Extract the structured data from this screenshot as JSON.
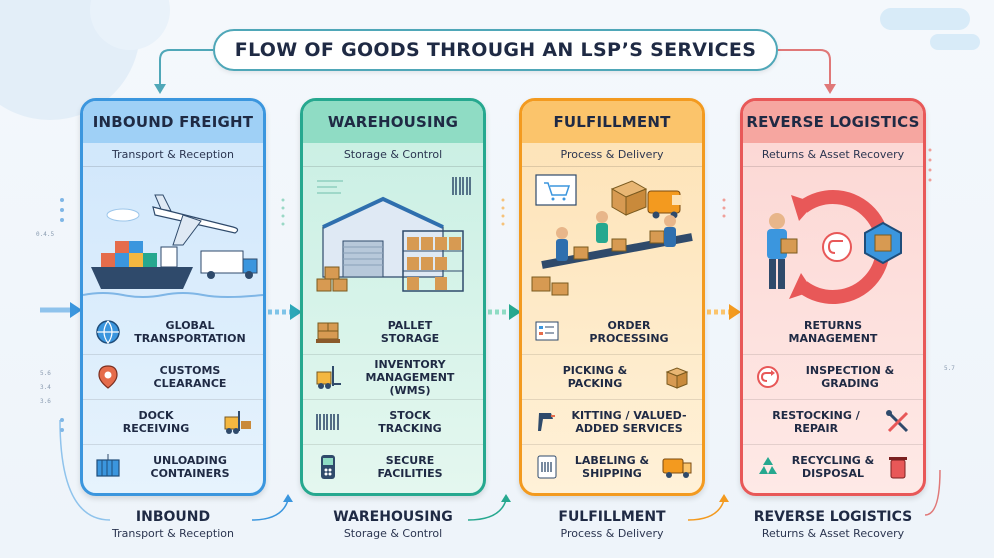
{
  "title": "FLOW OF GOODS THROUGH AN LSP’S SERVICES",
  "colors": {
    "inbound": "#3b96de",
    "warehousing": "#26a88f",
    "fulfillment": "#f39a1f",
    "reverse": "#e85858"
  },
  "stages": [
    {
      "heading": "INBOUND FREIGHT",
      "subtitle": "Transport & Reception",
      "items": [
        {
          "label": "GLOBAL\nTRANSPORTATION",
          "icon": "globe-icon"
        },
        {
          "label": "CUSTOMS\nCLEARANCE",
          "icon": "location-pin-icon"
        },
        {
          "label": "DOCK\nRECEIVING",
          "icon": "forklift-icon"
        },
        {
          "label": "UNLOADING\nCONTAINERS",
          "icon": "container-icon"
        }
      ],
      "bottom_title": "INBOUND",
      "bottom_sub": "Transport & Reception"
    },
    {
      "heading": "WAREHOUSING",
      "subtitle": "Storage & Control",
      "items": [
        {
          "label": "PALLET\nSTORAGE",
          "icon": "pallet-icon"
        },
        {
          "label": "INVENTORY\nMANAGEMENT (WMS)",
          "icon": "forklift-icon"
        },
        {
          "label": "STOCK\nTRACKING",
          "icon": "barcode-icon"
        },
        {
          "label": "SECURE\nFACILITIES",
          "icon": "scanner-icon"
        }
      ],
      "bottom_title": "WAREHOUSING",
      "bottom_sub": "Storage & Control"
    },
    {
      "heading": "FULFILLMENT",
      "subtitle": "Process & Delivery",
      "items": [
        {
          "label": "ORDER\nPROCESSING",
          "icon": "order-screen-icon"
        },
        {
          "label": "PICKING &\nPACKING",
          "icon": "box-icon"
        },
        {
          "label": "KITTING / VALUED-\nADDED SERVICES",
          "icon": "scanner-icon"
        },
        {
          "label": "LABELING &\nSHIPPING",
          "icon": "delivery-truck-icon"
        }
      ],
      "bottom_title": "FULFILLMENT",
      "bottom_sub": "Process & Delivery"
    },
    {
      "heading": "REVERSE LOGISTICS",
      "subtitle": "Returns & Asset Recovery",
      "items": [
        {
          "label": "RETURNS\nMANAGEMENT",
          "icon": ""
        },
        {
          "label": "INSPECTION &\nGRADING",
          "icon": "return-arrow-icon"
        },
        {
          "label": "RESTOCKING /\nREPAIR",
          "icon": "tools-icon"
        },
        {
          "label": "RECYCLING &\nDISPOSAL",
          "icon": "recycle-icon"
        }
      ],
      "bottom_title": "REVERSE LOGISTICS",
      "bottom_sub": "Returns & Asset Recovery"
    }
  ],
  "margin_codes": {
    "left_top": "0.4.5",
    "left_1": "5.6",
    "left_2": "3.4",
    "left_3": "3.6",
    "right_1": "5.7"
  }
}
